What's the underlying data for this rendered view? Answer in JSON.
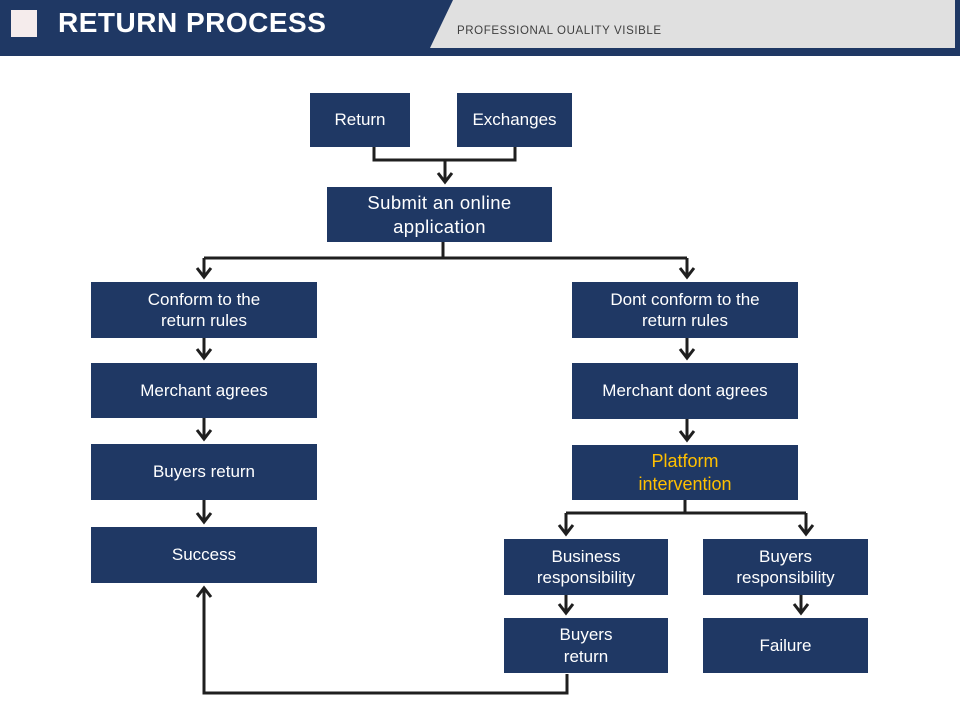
{
  "header": {
    "title": "RETURN PROCESS",
    "subtitle": "PROFESSIONAL OUALITY VISIBLE"
  },
  "colors": {
    "navy": "#1f3864",
    "header_gray": "#e0e0e0",
    "accent_square": "#f5ecec",
    "line": "#1f1f1f",
    "highlight_text": "#ffc000",
    "node_text": "#ffffff"
  },
  "flowchart": {
    "nodes": [
      {
        "id": "return",
        "label": "Return"
      },
      {
        "id": "exchanges",
        "label": "Exchanges"
      },
      {
        "id": "submit-application",
        "label": "Submit an online\napplication"
      },
      {
        "id": "conform-rules",
        "label": "Conform to the\nreturn rules"
      },
      {
        "id": "merchant-agrees",
        "label": "Merchant agrees"
      },
      {
        "id": "buyers-return",
        "label": "Buyers return"
      },
      {
        "id": "success",
        "label": "Success"
      },
      {
        "id": "dont-conform-rules",
        "label": "Dont conform to the\nreturn rules"
      },
      {
        "id": "merchant-dont-agrees",
        "label": "Merchant dont agrees"
      },
      {
        "id": "platform-intervention",
        "label": "Platform\nintervention"
      },
      {
        "id": "business-responsibility",
        "label": "Business\nresponsibility"
      },
      {
        "id": "buyers-responsibility",
        "label": "Buyers\nresponsibility"
      },
      {
        "id": "buyers-return-2",
        "label": "Buyers\nreturn"
      },
      {
        "id": "failure",
        "label": "Failure"
      }
    ]
  }
}
